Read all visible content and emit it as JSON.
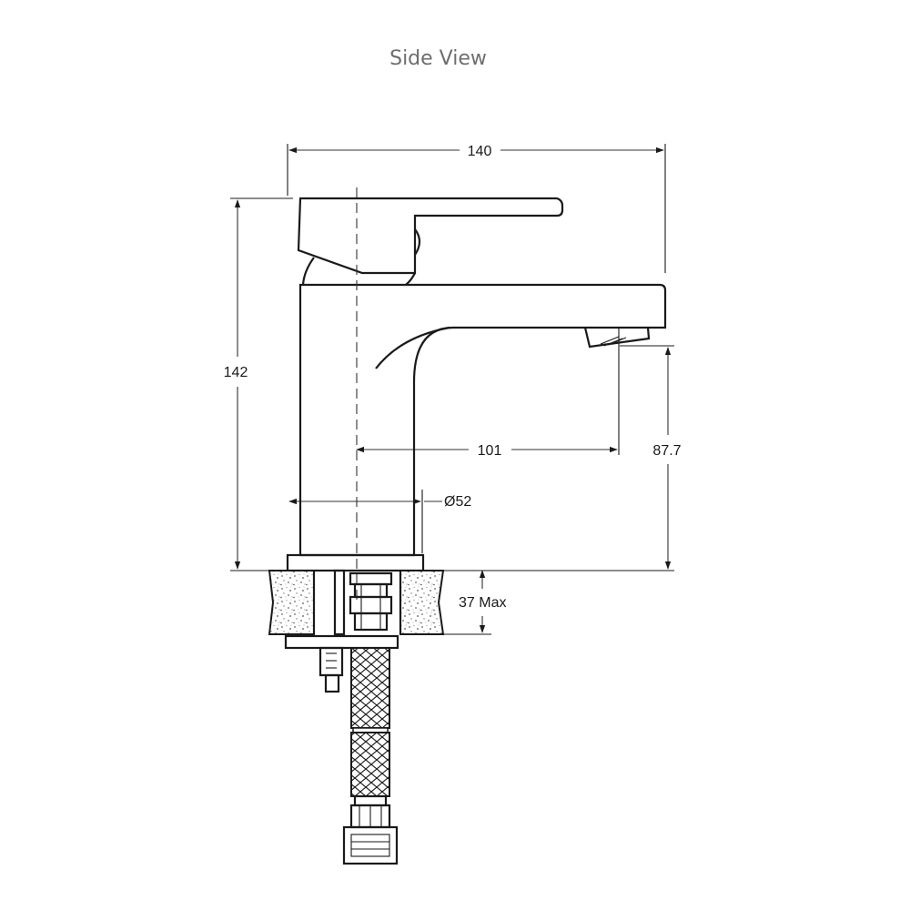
{
  "title": "Side View",
  "dimensions": {
    "overall_width": "140",
    "overall_height": "142",
    "spout_reach": "101",
    "spout_height": "87.7",
    "body_diameter": "Ø52",
    "max_deck_thickness": "37 Max"
  }
}
